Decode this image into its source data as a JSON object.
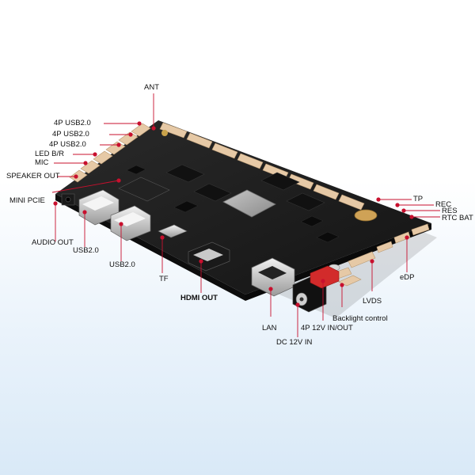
{
  "callouts": {
    "ant": "ANT",
    "usb_4p_1": "4P USB2.0",
    "usb_4p_2": "4P USB2.0",
    "usb_4p_3": "4P USB2.0",
    "led": "LED B/R",
    "mic": "MIC",
    "speaker_out": "SPEAKER OUT",
    "mini_pcie": "MINI PCIE",
    "audio_out": "AUDIO OUT",
    "usb_a_1": "USB2.0",
    "usb_a_2": "USB2.0",
    "tf": "TF",
    "hdmi_out": "HDMI OUT",
    "lan": "LAN",
    "dc_in": "DC 12V IN",
    "power_io": "4P 12V IN/OUT",
    "backlight": "Backlight control",
    "lvds": "LVDS",
    "edp": "eDP",
    "tp": "TP",
    "rec": "REC",
    "res": "RES",
    "rtc_bat": "RTC BAT"
  },
  "colors": {
    "pcb": "#1c1c1c",
    "connector": "#e6c9a6",
    "callout_line": "#c8102e",
    "label": "#111111"
  }
}
